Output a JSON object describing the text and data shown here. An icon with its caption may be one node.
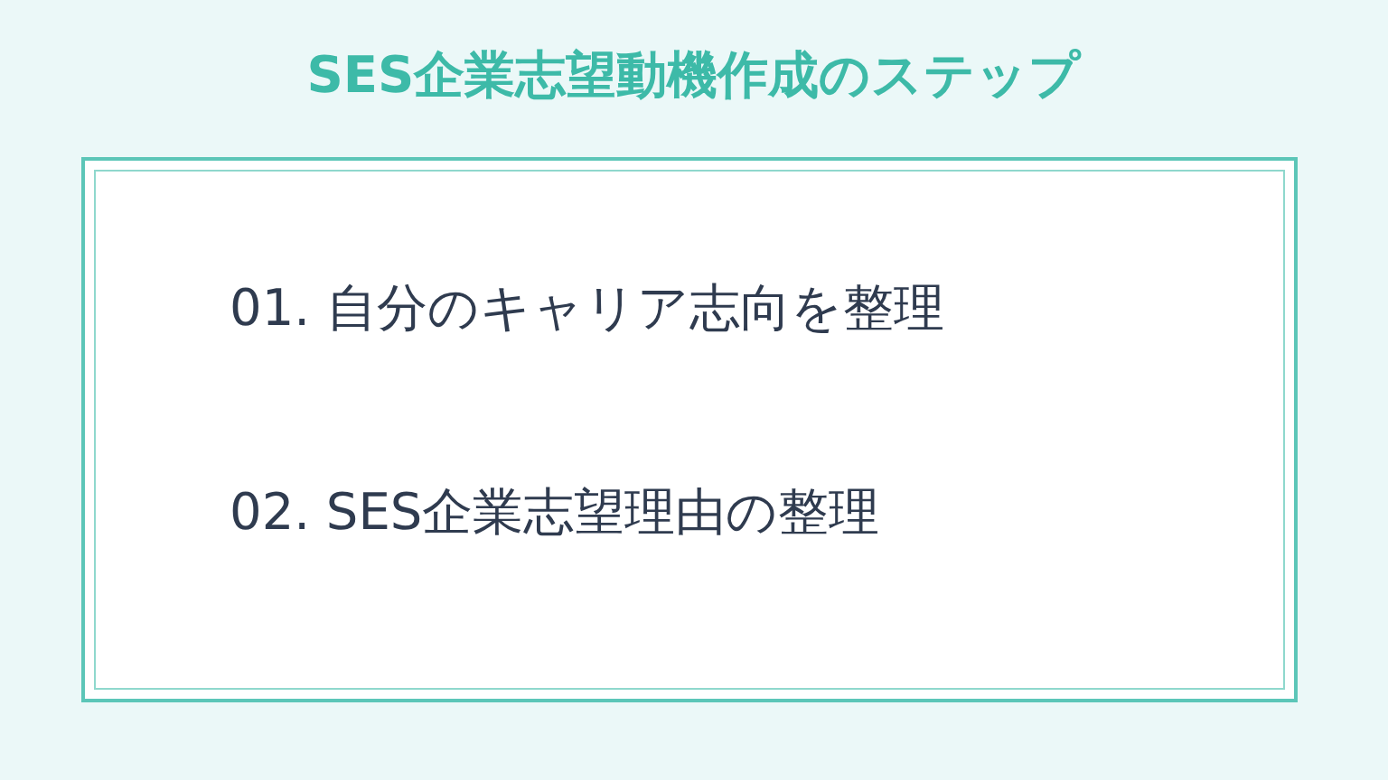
{
  "diagram": {
    "title": "SES企業志望動機作成のステップ",
    "nodes": [
      {
        "text": [
          "01. 自分のキャリア志向を整理",
          "02. SES企業志望理由の整理"
        ]
      }
    ]
  }
}
